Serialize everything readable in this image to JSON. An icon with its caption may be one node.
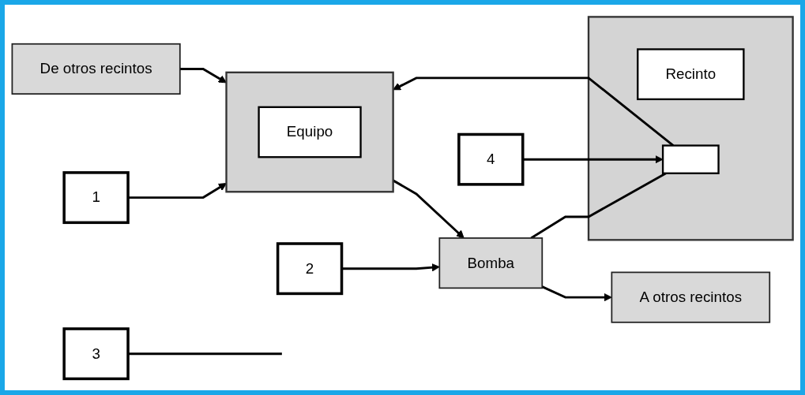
{
  "diagram": {
    "nodes": [
      {
        "text": [
          "1"
        ]
      },
      {
        "text": [
          "2"
        ]
      },
      {
        "text": [
          "A otros recintos"
        ]
      },
      {
        "text": [],
        "shape": "box"
      },
      {
        "text": [
          "Recinto"
        ],
        "in": 3
      },
      {
        "text": [],
        "shape": "box",
        "in": 3
      },
      {
        "text": [
          "4"
        ]
      },
      {
        "text": [],
        "shape": "box"
      },
      {
        "text": [
          "Equipo"
        ],
        "in": 7
      },
      {
        "text": [
          "Bomba"
        ]
      },
      {
        "text": [
          "3"
        ]
      },
      {
        "text": [
          "De otros recintos"
        ]
      }
    ],
    "edges": [
      {
        "from": 0,
        "to": 7,
        "arrow": "to"
      },
      {
        "from": 7,
        "to": 9,
        "arrow": "to"
      },
      {
        "from": 1,
        "to": 9,
        "arrow": "to"
      },
      {
        "from": 9,
        "to": 2,
        "arrow": "to"
      },
      {
        "from": 9,
        "to": 5,
        "arrow": "none"
      },
      {
        "from": 10,
        "to": null,
        "arrow": "none"
      },
      {
        "from": 6,
        "to": 5,
        "arrow": "to"
      },
      {
        "from": 5,
        "to": 7,
        "arrow": "to"
      },
      {
        "from": 11,
        "to": 7,
        "arrow": "to"
      }
    ]
  }
}
